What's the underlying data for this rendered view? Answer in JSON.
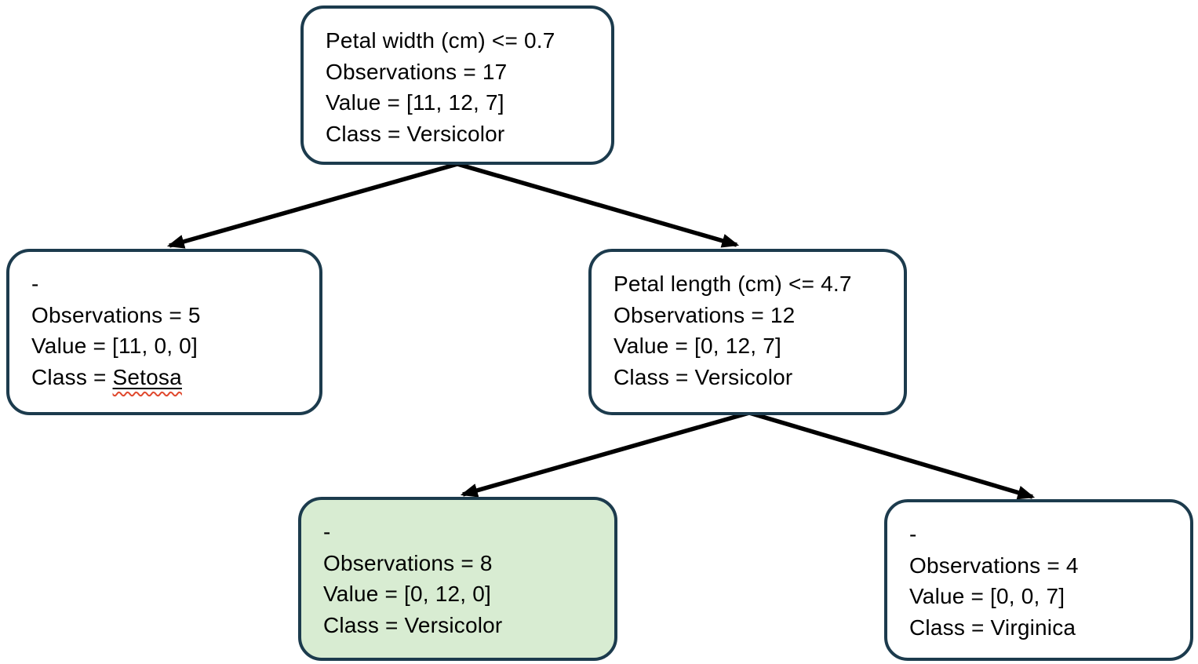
{
  "tree": {
    "description": "Decision tree diagram (iris classification)",
    "nodes": [
      {
        "id": "root",
        "role": "split-node",
        "lines": [
          "Petal width (cm) <= 0.7",
          "Observations = 17",
          "Value = [11, 12, 7]",
          "Class = Versicolor"
        ]
      },
      {
        "id": "setosa-leaf",
        "role": "leaf-node",
        "lines": [
          "-",
          "Observations = 5",
          "Value = [11, 0, 0]"
        ],
        "class_label": "Class = ",
        "class_value": "Setosa"
      },
      {
        "id": "petal-length-split",
        "role": "split-node",
        "lines": [
          "Petal length (cm) <= 4.7",
          "Observations = 12",
          "Value = [0, 12, 7]",
          "Class = Versicolor"
        ]
      },
      {
        "id": "versicolor-leaf",
        "role": "leaf-node-highlighted",
        "lines": [
          "-",
          "Observations = 8",
          "Value = [0, 12, 0]",
          "Class = Versicolor"
        ]
      },
      {
        "id": "virginica-leaf",
        "role": "leaf-node",
        "lines": [
          "-",
          "Observations = 4",
          "Value = [0, 0, 7]",
          "Class = Virginica"
        ]
      }
    ],
    "edges": [
      {
        "from": "root",
        "to": "setosa-leaf"
      },
      {
        "from": "root",
        "to": "petal-length-split"
      },
      {
        "from": "petal-length-split",
        "to": "versicolor-leaf"
      },
      {
        "from": "petal-length-split",
        "to": "virginica-leaf"
      }
    ],
    "colors": {
      "node_border": "#1C3B4D",
      "node_fill": "#FFFFFF",
      "highlight_fill": "#D8ECD2",
      "arrow": "#000000",
      "text": "#000000",
      "spellcheck_underline": "#E0492E"
    }
  }
}
